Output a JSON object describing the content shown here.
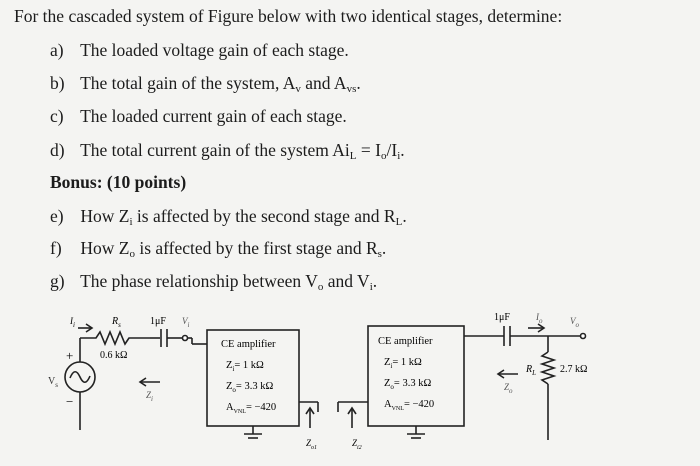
{
  "question": {
    "intro": "For the cascaded system of Figure below with two identical stages, determine:",
    "items": [
      {
        "label": "a)",
        "text_before": "The loaded voltage gain of each stage.",
        "sub": "",
        "text_after": ""
      },
      {
        "label": "b)",
        "text_before": "The total gain of the system, A",
        "sub1": "v",
        "mid": " and A",
        "sub2": "vs",
        "text_after": "."
      },
      {
        "label": "c)",
        "text_before": "The loaded current gain of each stage.",
        "sub": "",
        "text_after": ""
      },
      {
        "label": "d)",
        "text_before": "The total current gain of the system Ai",
        "sub1": "L",
        "mid": " = I",
        "sub2": "o",
        "mid2": "/I",
        "sub3": "i",
        "text_after": "."
      },
      {
        "label": "e)",
        "text_before": "How Z",
        "sub1": "i",
        "mid": " is affected by the second stage and R",
        "sub2": "L",
        "text_after": "."
      },
      {
        "label": "f)",
        "text_before": "How Z",
        "sub1": "o",
        "mid": " is affected by the first stage and R",
        "sub2": "s",
        "text_after": "."
      },
      {
        "label": "g)",
        "text_before": "The phase relationship between V",
        "sub1": "o",
        "mid": " and V",
        "sub2": "i",
        "text_after": "."
      }
    ],
    "bonus": "Bonus: (10 points)"
  },
  "figure": {
    "stage1": {
      "title": "CE amplifier",
      "zi": "Z",
      "zi_sub": "i",
      "zi_val": "= 1 kΩ",
      "zo": "Z",
      "zo_sub": "o",
      "zo_val": "= 3.3 kΩ",
      "av": "A",
      "av_sub": "VNL",
      "av_val": "= −420"
    },
    "stage2": {
      "title": "CE amplifier",
      "zi": "Z",
      "zi_sub": "i",
      "zi_val": "= 1 kΩ",
      "zo": "Z",
      "zo_sub": "o",
      "zo_val": "= 3.3 kΩ",
      "av": "A",
      "av_sub": "VNL",
      "av_val": "= −420"
    },
    "rs_label": "R",
    "rs_sub": "s",
    "rs_value": "0.6 kΩ",
    "cap_in": "1μF",
    "cap_out": "1μF",
    "vi_label": "V",
    "vi_sub": "i",
    "ii_label": "I",
    "ii_sub": "i",
    "vs_label": "V",
    "vs_sub": "s",
    "zi_label": "Z",
    "zi_sub": "i",
    "zo1_label": "Z",
    "zo1_sub": "o1",
    "zi2_label": "Z",
    "zi2_sub": "i2",
    "zo_label": "Z",
    "zo_sub": "o",
    "io_label": "I",
    "io_sub": "o",
    "vo_label": "V",
    "vo_sub": "o",
    "rl_label": "R",
    "rl_sub": "L",
    "rl_value": "2.7 kΩ",
    "plus": "+",
    "minus": "−"
  }
}
